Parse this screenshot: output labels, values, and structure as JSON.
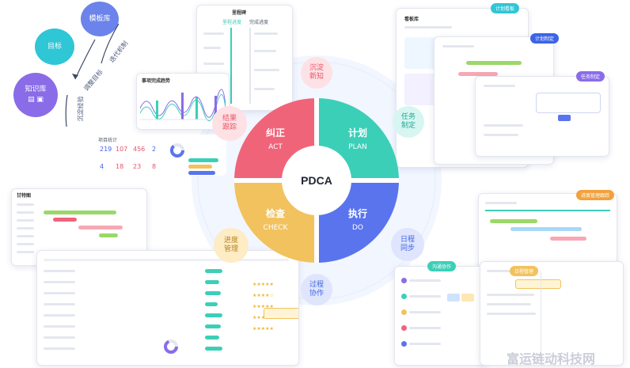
{
  "center": {
    "label": "PDCA",
    "quadrants": [
      {
        "title": "纠正",
        "subtitle": "ACT",
        "color": "#f0647a"
      },
      {
        "title": "计划",
        "subtitle": "PLAN",
        "color": "#3ccfb8"
      },
      {
        "title": "检查",
        "subtitle": "CHECK",
        "color": "#f2c25e"
      },
      {
        "title": "执行",
        "subtitle": "DO",
        "color": "#5a74ee"
      }
    ]
  },
  "orbit": {
    "sediment": "沉淀\n新知",
    "result": "结果\n跟踪",
    "task": "任务\n制定",
    "progress": "进度\n管理",
    "schedule": "日程\n同步",
    "collab": "过程\n协作"
  },
  "top_left": {
    "template": "模板库",
    "goal": "目标",
    "knowledge": "知识库",
    "arrow_transfer": "迭代机制",
    "arrow_adjust": "调整目标",
    "arrow_experience": "沉淀经验"
  },
  "okr_card": {
    "title": "里程碑",
    "col1": "里程进度",
    "col2": "完成进度"
  },
  "chart_card": {
    "title": "事项完成趋势"
  },
  "stats": {
    "title": "项目统计",
    "row1": [
      "219",
      "107",
      "456",
      "2"
    ],
    "row2": [
      "4",
      "18",
      "23",
      "8"
    ],
    "row1_colors": [
      "#3d63e6",
      "#e9566a",
      "#e9566a",
      "#3d63e6"
    ],
    "row2_colors": [
      "#3d63e6",
      "#e9566a",
      "#e9566a",
      "#e9566a"
    ]
  },
  "right_tags": {
    "plan_board": "计划看板",
    "plan_make": "计划制定",
    "task_make": "任务制定",
    "kanban_title": "看板库",
    "progress_track": "进度管理跟踪"
  },
  "bottom_tags": {
    "collab": "沟通协作",
    "schedule": "日程管理"
  },
  "gantt": {
    "title": "甘特图"
  },
  "watermark": "富运链动科技网"
}
